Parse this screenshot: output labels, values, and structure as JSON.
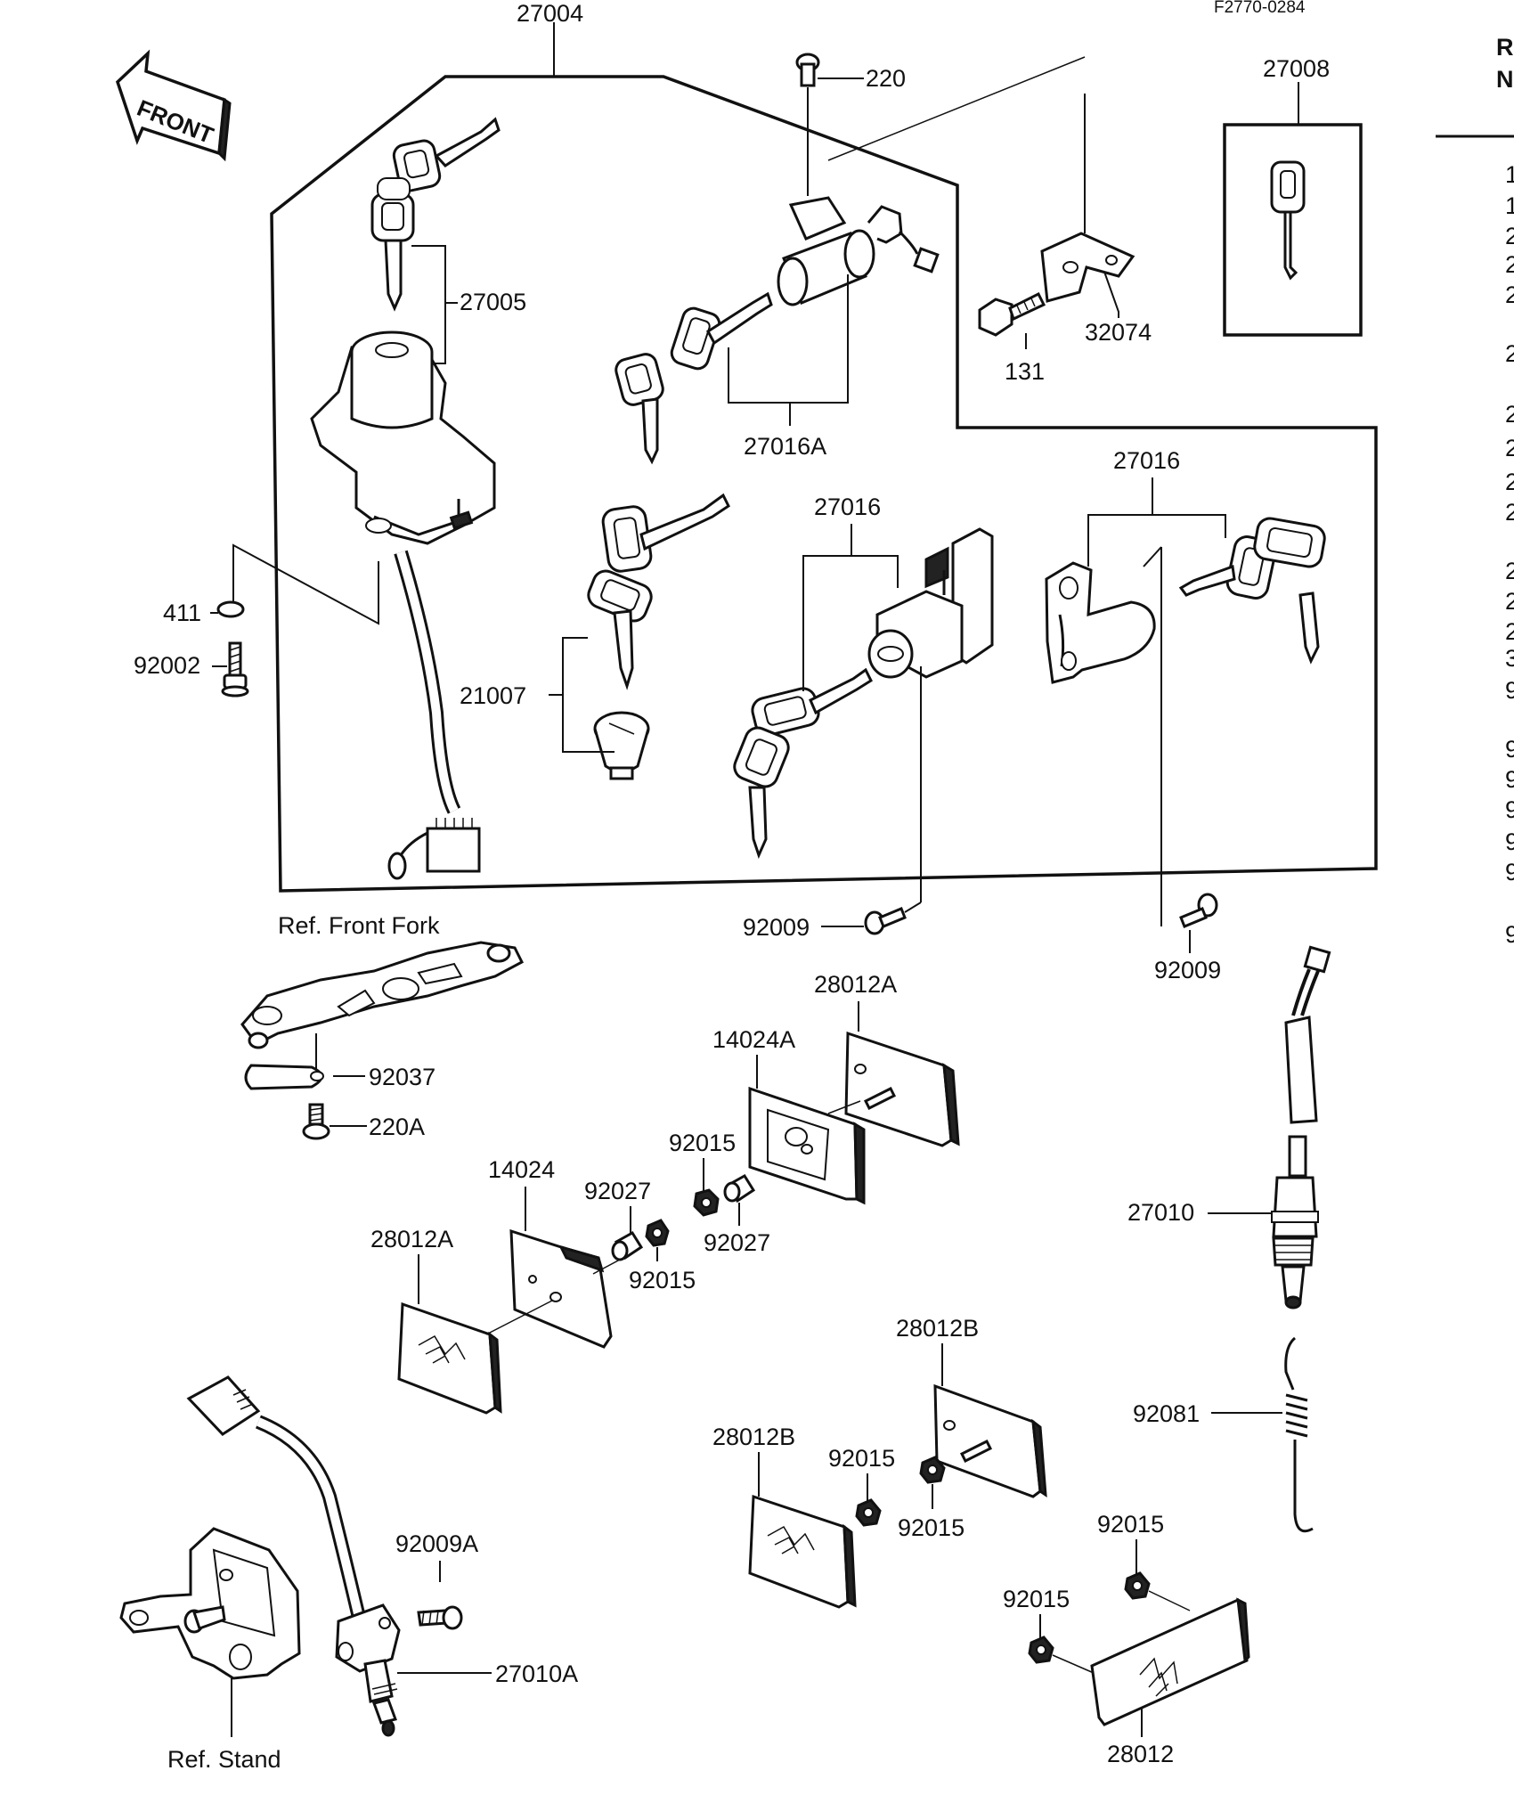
{
  "header": {
    "figure_code": "F2770-0284",
    "front_arrow": "FRONT",
    "side_column_head": [
      "R",
      "N"
    ]
  },
  "labels": {
    "p27004": "27004",
    "p220": "220",
    "p27008": "27008",
    "p27005": "27005",
    "p32074": "32074",
    "p131": "131",
    "p27016A": "27016A",
    "p27016_mid": "27016",
    "p27016_right": "27016",
    "p411": "411",
    "p92002": "92002",
    "p21007": "21007",
    "p92009_mid": "92009",
    "p92009_right": "92009",
    "ref_front_fork": "Ref. Front Fork",
    "p92037": "92037",
    "p220A": "220A",
    "p28012A_top": "28012A",
    "p14024A": "14024A",
    "p92015_a": "92015",
    "p92027_a": "92027",
    "p14024": "14024",
    "p92027_b": "92027",
    "p28012A_left": "28012A",
    "p92015_b": "92015",
    "p27010": "27010",
    "p92081": "92081",
    "p28012B_top": "28012B",
    "p28012B_left": "28012B",
    "p92015_c": "92015",
    "p92015_d": "92015",
    "p92015_e": "92015",
    "p92015_f": "92015",
    "p92009A": "92009A",
    "p27010A": "27010A",
    "ref_stand": "Ref. Stand",
    "p28012": "28012"
  },
  "side_column_digits": [
    "1",
    "1",
    "2",
    "2",
    "2",
    "2",
    "2",
    "2",
    "2",
    "2",
    "2",
    "2",
    "2",
    "3",
    "9",
    "9",
    "9",
    "9",
    "9",
    "9",
    "9"
  ]
}
